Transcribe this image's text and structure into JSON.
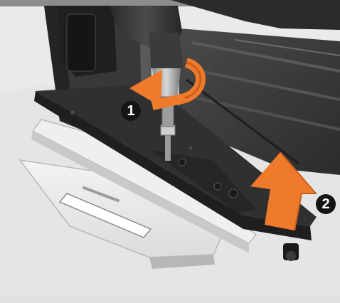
{
  "steps": {
    "one": "1",
    "two": "2"
  },
  "colors": {
    "accent": "#f07a2c",
    "beam": "#2f2f2f",
    "floor": "#e9ebec",
    "marker": "#151515"
  },
  "icons": {
    "rotation": "curved-rotation-arrow",
    "lift": "upward-arrow"
  }
}
